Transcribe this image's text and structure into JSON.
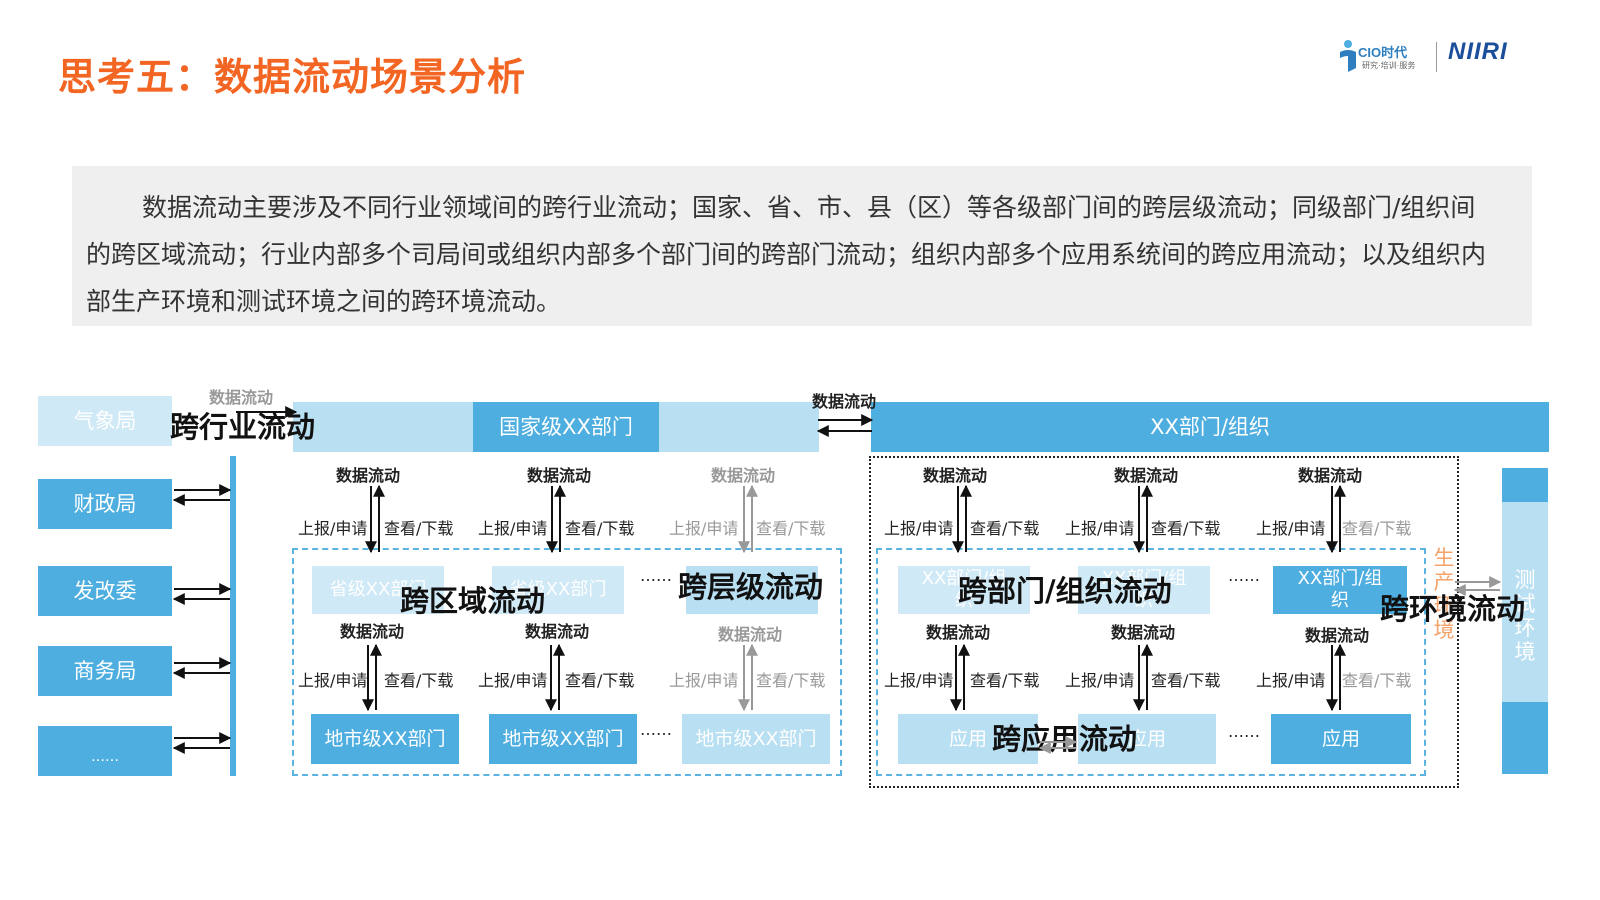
{
  "title": "思考五：数据流动场景分析",
  "logo": {
    "cio_text": "CIO时代",
    "cio_sub": "研究·培训·服务",
    "niiri_text": "NIIRI"
  },
  "intro": "数据流动主要涉及不同行业领域间的跨行业流动；国家、省、市、县（区）等各级部门间的跨层级流动；同级部门/组织间的跨区域流动；行业内部多个司局间或组织内部多个部门间的跨部门流动；组织内部多个应用系统间的跨应用流动；以及组织内部生产环境和测试环境之间的跨环境流动。",
  "left_column": [
    "气象局",
    "财政局",
    "发改委",
    "商务局",
    "……"
  ],
  "flow_types": {
    "cross_industry": "跨行业流动",
    "cross_region": "跨区域流动",
    "cross_level": "跨层级流动",
    "cross_dept": "跨部门/组织流动",
    "cross_app": "跨应用流动",
    "cross_env": "跨环境流动"
  },
  "nodes": {
    "national": "国家级XX部门",
    "org": "XX部门/组织",
    "province_1": "省级XX部门",
    "province_2": "省级XX部门",
    "city_1": "地市级XX部门",
    "city_2": "地市级XX部门",
    "city_3": "地市级XX部门",
    "dept_1": "XX部门/组织",
    "dept_2": "XX部门/组织",
    "dept_3": "XX部门/组织",
    "app_1": "应用",
    "app_2": "应用",
    "app_3": "应用"
  },
  "labels": {
    "data_flow": "数据流动",
    "report": "上报/申请",
    "view": "查看/下载",
    "ellipsis": "……",
    "prod_env": "生产环境",
    "test_env": "测试环境"
  }
}
